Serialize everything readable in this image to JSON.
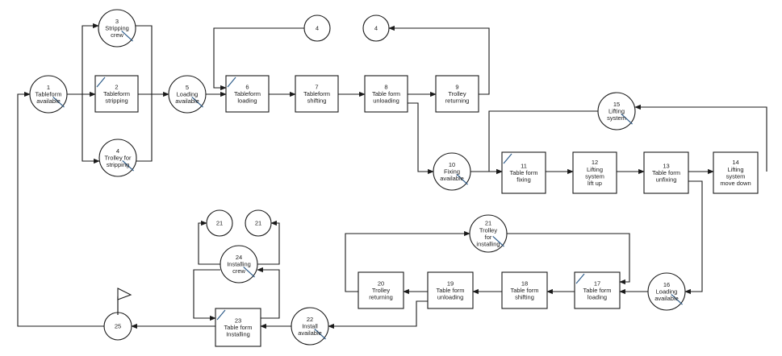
{
  "diagram": {
    "nodes": [
      {
        "id": "n1",
        "shape": "circle",
        "lines": [
          "1",
          "Tableform",
          "available"
        ],
        "marked": true
      },
      {
        "id": "n2",
        "shape": "box",
        "lines": [
          "2",
          "Tableform",
          "stripping"
        ],
        "marked": true
      },
      {
        "id": "n3",
        "shape": "circle",
        "lines": [
          "3",
          "Stripping",
          "crew"
        ],
        "marked": true
      },
      {
        "id": "n4a",
        "shape": "circle",
        "lines": [
          "4",
          "Trolley for",
          "stripping"
        ],
        "marked": true
      },
      {
        "id": "n5",
        "shape": "circle",
        "lines": [
          "5",
          "Loading",
          "available"
        ],
        "marked": true
      },
      {
        "id": "n4b",
        "shape": "circle",
        "lines": [
          "4"
        ],
        "marked": false
      },
      {
        "id": "n4c",
        "shape": "circle",
        "lines": [
          "4"
        ],
        "marked": false
      },
      {
        "id": "n6",
        "shape": "box",
        "lines": [
          "6",
          "Tableform",
          "loading"
        ],
        "marked": true
      },
      {
        "id": "n7",
        "shape": "box",
        "lines": [
          "7",
          "Tableform",
          "shifting"
        ],
        "marked": false
      },
      {
        "id": "n8",
        "shape": "box",
        "lines": [
          "8",
          "Table form",
          "unloading"
        ],
        "marked": false
      },
      {
        "id": "n9",
        "shape": "box",
        "lines": [
          "9",
          "Trolley",
          "returning"
        ],
        "marked": false
      },
      {
        "id": "n10",
        "shape": "circle",
        "lines": [
          "10",
          "Fixing",
          "available"
        ],
        "marked": true
      },
      {
        "id": "n11",
        "shape": "box",
        "lines": [
          "11",
          "Table form",
          "fixing"
        ],
        "marked": true
      },
      {
        "id": "n12",
        "shape": "box",
        "lines": [
          "12",
          "Lifting",
          "system",
          "lift up"
        ],
        "marked": false
      },
      {
        "id": "n13",
        "shape": "box",
        "lines": [
          "13",
          "Table form",
          "unfixing"
        ],
        "marked": false
      },
      {
        "id": "n14",
        "shape": "box",
        "lines": [
          "14",
          "Lifting",
          "system",
          "move down"
        ],
        "marked": false
      },
      {
        "id": "n15",
        "shape": "circle",
        "lines": [
          "15",
          "Lifting",
          "system"
        ],
        "marked": true
      },
      {
        "id": "n16",
        "shape": "circle",
        "lines": [
          "16",
          "Loading",
          "available"
        ],
        "marked": true
      },
      {
        "id": "n17",
        "shape": "box",
        "lines": [
          "17",
          "Table form",
          "loading"
        ],
        "marked": true
      },
      {
        "id": "n18",
        "shape": "box",
        "lines": [
          "18",
          "Table form",
          "shifting"
        ],
        "marked": false
      },
      {
        "id": "n19",
        "shape": "box",
        "lines": [
          "19",
          "Table form",
          "unloading"
        ],
        "marked": false
      },
      {
        "id": "n20",
        "shape": "box",
        "lines": [
          "20",
          "Trolley",
          "returning"
        ],
        "marked": false
      },
      {
        "id": "n21a",
        "shape": "circle",
        "lines": [
          "21",
          "Trolley",
          "for",
          "installing"
        ],
        "marked": true
      },
      {
        "id": "n21b",
        "shape": "circle",
        "lines": [
          "21"
        ],
        "marked": false
      },
      {
        "id": "n21c",
        "shape": "circle",
        "lines": [
          "21"
        ],
        "marked": false
      },
      {
        "id": "n22",
        "shape": "circle",
        "lines": [
          "22",
          "Install",
          "available"
        ],
        "marked": true
      },
      {
        "id": "n23",
        "shape": "box",
        "lines": [
          "23",
          "Table form",
          "Installing"
        ],
        "marked": true
      },
      {
        "id": "n24",
        "shape": "circle",
        "lines": [
          "24",
          "Installing",
          "crew"
        ],
        "marked": true
      },
      {
        "id": "n25",
        "shape": "circle",
        "lines": [
          "25"
        ],
        "marked": false
      }
    ],
    "flag": {
      "label": ""
    }
  }
}
